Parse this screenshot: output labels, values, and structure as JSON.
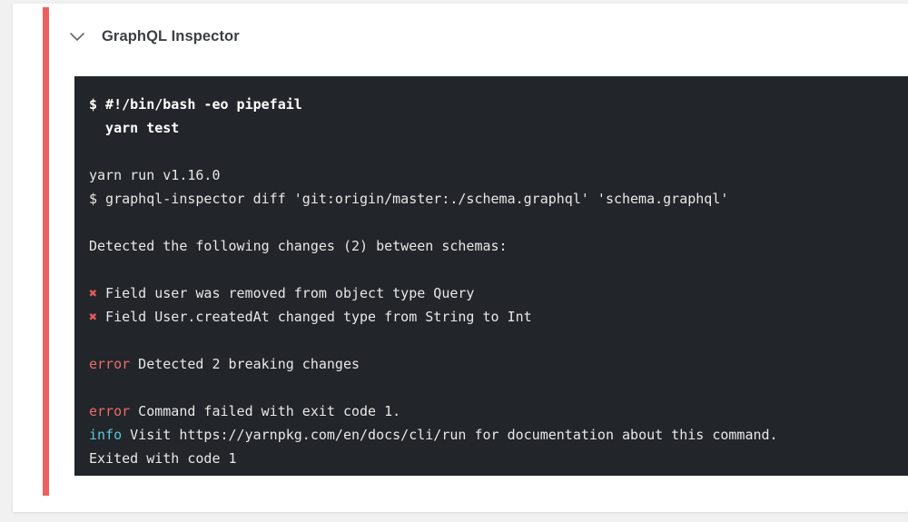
{
  "colors": {
    "page_bg": "#f1f1f1",
    "card_bg": "#ffffff",
    "status_strip": "#ec6060",
    "terminal_bg": "#22252a",
    "terminal_text": "#e8e8e6",
    "error_token": "#e86d6d",
    "info_token": "#5bc8d8",
    "x_mark": "#e35b5b",
    "title_text": "#3c3f44"
  },
  "header": {
    "title": "GraphQL Inspector",
    "collapse_icon": "chevron-down-icon"
  },
  "terminal": {
    "lines": [
      {
        "type": "bold",
        "text": "$ #!/bin/bash -eo pipefail"
      },
      {
        "type": "bold",
        "text": "  yarn test"
      },
      {
        "type": "blank",
        "text": ""
      },
      {
        "type": "plain",
        "text": "yarn run v1.16.0"
      },
      {
        "type": "plain",
        "text": "$ graphql-inspector diff 'git:origin/master:./schema.graphql' 'schema.graphql'"
      },
      {
        "type": "blank",
        "text": ""
      },
      {
        "type": "plain",
        "text": "Detected the following changes (2) between schemas:"
      },
      {
        "type": "blank",
        "text": ""
      },
      {
        "type": "xmark",
        "mark": "✖",
        "text": " Field user was removed from object type Query"
      },
      {
        "type": "xmark",
        "mark": "✖",
        "text": " Field User.createdAt changed type from String to Int"
      },
      {
        "type": "blank",
        "text": ""
      },
      {
        "type": "error",
        "token": "error",
        "text": " Detected 2 breaking changes"
      },
      {
        "type": "blank",
        "text": ""
      },
      {
        "type": "error",
        "token": "error",
        "text": " Command failed with exit code 1."
      },
      {
        "type": "info",
        "token": "info",
        "text": " Visit https://yarnpkg.com/en/docs/cli/run for documentation about this command."
      },
      {
        "type": "plain",
        "text": "Exited with code 1"
      }
    ]
  }
}
